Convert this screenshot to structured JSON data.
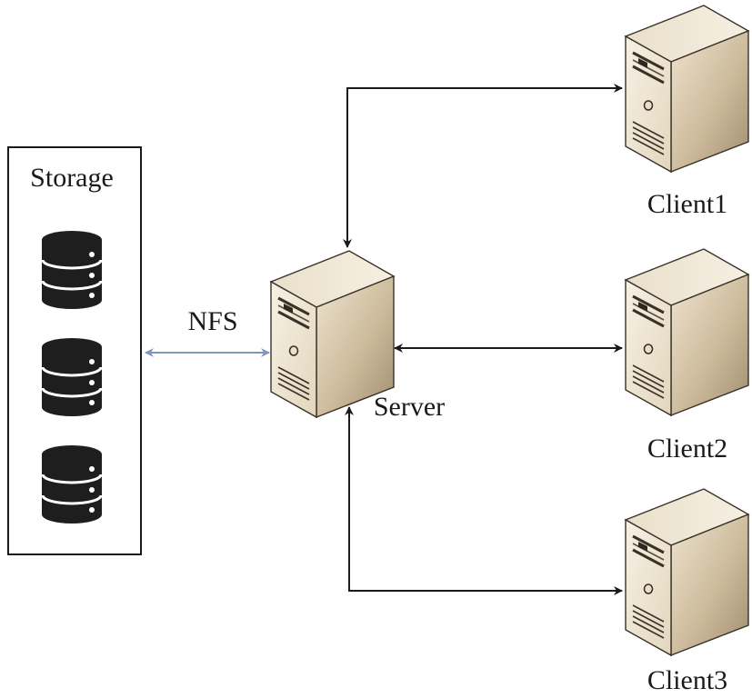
{
  "storage": {
    "label": "Storage",
    "disk_count": 3,
    "disk_icon": "database-icon"
  },
  "nfs_label": "NFS",
  "server": {
    "label": "Server",
    "icon": "server-tower-icon"
  },
  "clients": [
    {
      "label": "Client1",
      "icon": "server-tower-icon"
    },
    {
      "label": "Client2",
      "icon": "server-tower-icon"
    },
    {
      "label": "Client3",
      "icon": "server-tower-icon"
    }
  ],
  "colors": {
    "nfs_arrow": "#7f97bd",
    "arrow": "#1a1a1a",
    "disk": "#1e1e1e",
    "tower_light": "#f2ead8",
    "tower_side": "#c6b395",
    "tower_outline": "#3a3228"
  }
}
